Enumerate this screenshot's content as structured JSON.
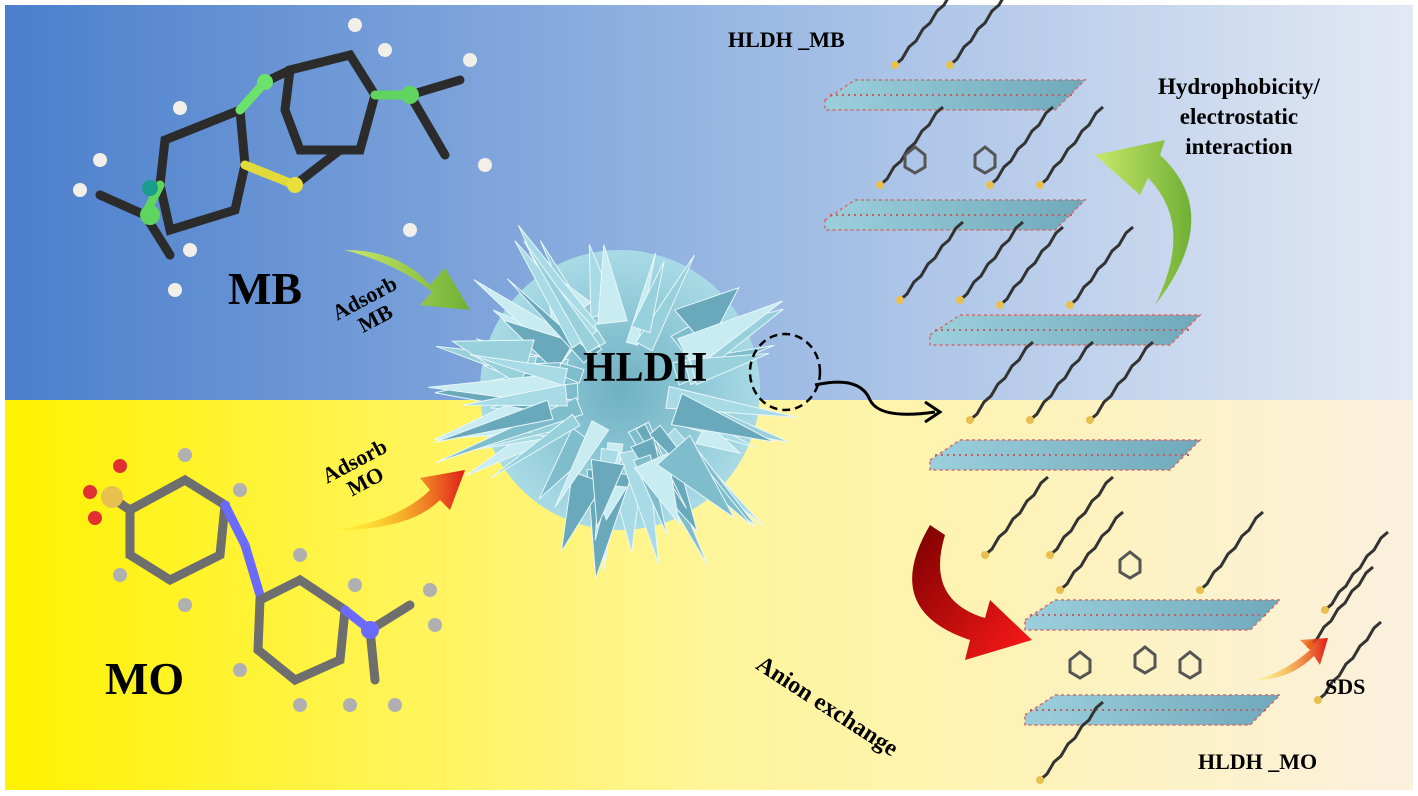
{
  "labels": {
    "mb": "MB",
    "mo": "MO",
    "adsorb_mb": [
      "Adsorb",
      "MB"
    ],
    "adsorb_mo": [
      "Adsorb",
      "MO"
    ],
    "hldh": "HLDH",
    "hldh_mb": "HLDH _MB",
    "hldh_mo": "HLDH _MO",
    "interaction": [
      "Hydrophobicity/",
      "electrostatic",
      "interaction"
    ],
    "anion_exchange": "Anion exchange",
    "sds": "SDS"
  },
  "colors": {
    "top_left": "#4b7fcc",
    "top_right": "#e3e9f4",
    "bottom_left": "#fff200",
    "bottom_right": "#fbf0de",
    "green_arrow": "#7dbb3c",
    "red_arrow": "#e01a1a",
    "flower": "#8fc9d6"
  }
}
